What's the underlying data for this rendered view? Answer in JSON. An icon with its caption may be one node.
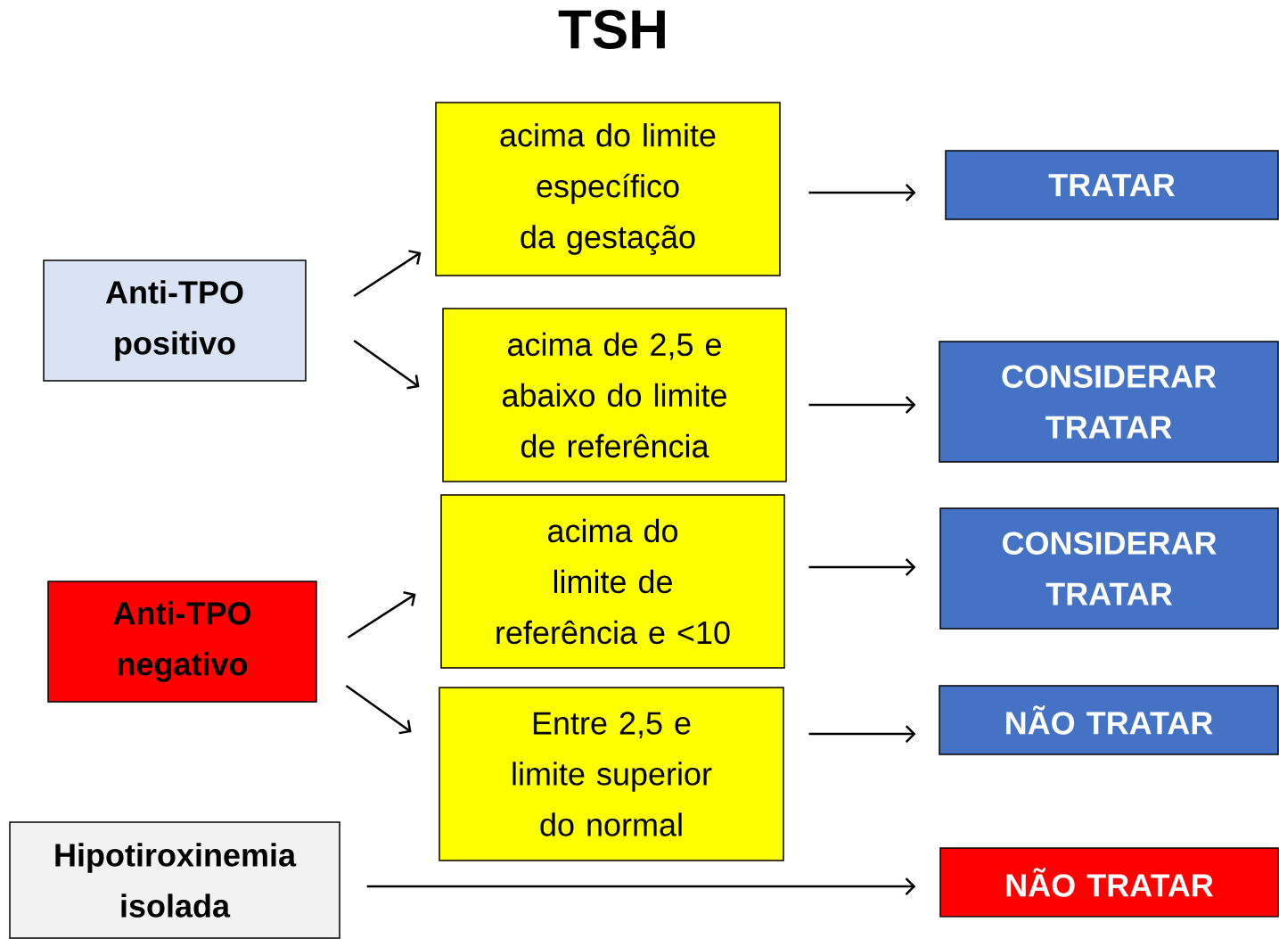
{
  "diagram": {
    "title": "TSH",
    "nodes": [
      {
        "text": [
          "Anti-TPO positivo"
        ]
      },
      {
        "text": [
          "acima do limite específico da gestação"
        ]
      },
      {
        "text": [
          "acima de 2,5 e abaixo do limite de referência"
        ]
      },
      {
        "text": [
          "Anti-TPO negativo"
        ]
      },
      {
        "text": [
          "acima do limite de referência e <10"
        ]
      },
      {
        "text": [
          "Entre 2,5 e limite superior do normal"
        ]
      },
      {
        "text": [
          "Hipotiroxinemia isolada"
        ]
      },
      {
        "text": [
          "TRATAR"
        ]
      },
      {
        "text": [
          "CONSIDERAR TRATAR"
        ]
      },
      {
        "text": [
          "CONSIDERAR TRATAR"
        ]
      },
      {
        "text": [
          "NÃO TRATAR"
        ]
      },
      {
        "text": [
          "NÃO TRATAR"
        ]
      }
    ],
    "edges": [
      {
        "from": 0,
        "to": 1,
        "arrow": "to"
      },
      {
        "from": 0,
        "to": 2,
        "arrow": "to"
      },
      {
        "from": 1,
        "to": 7,
        "arrow": "to"
      },
      {
        "from": 2,
        "to": 8,
        "arrow": "to"
      },
      {
        "from": 3,
        "to": 4,
        "arrow": "to"
      },
      {
        "from": 3,
        "to": 5,
        "arrow": "to"
      },
      {
        "from": 4,
        "to": 9,
        "arrow": "to"
      },
      {
        "from": 5,
        "to": 10,
        "arrow": "to"
      },
      {
        "from": 6,
        "to": 11,
        "arrow": "to"
      }
    ]
  }
}
